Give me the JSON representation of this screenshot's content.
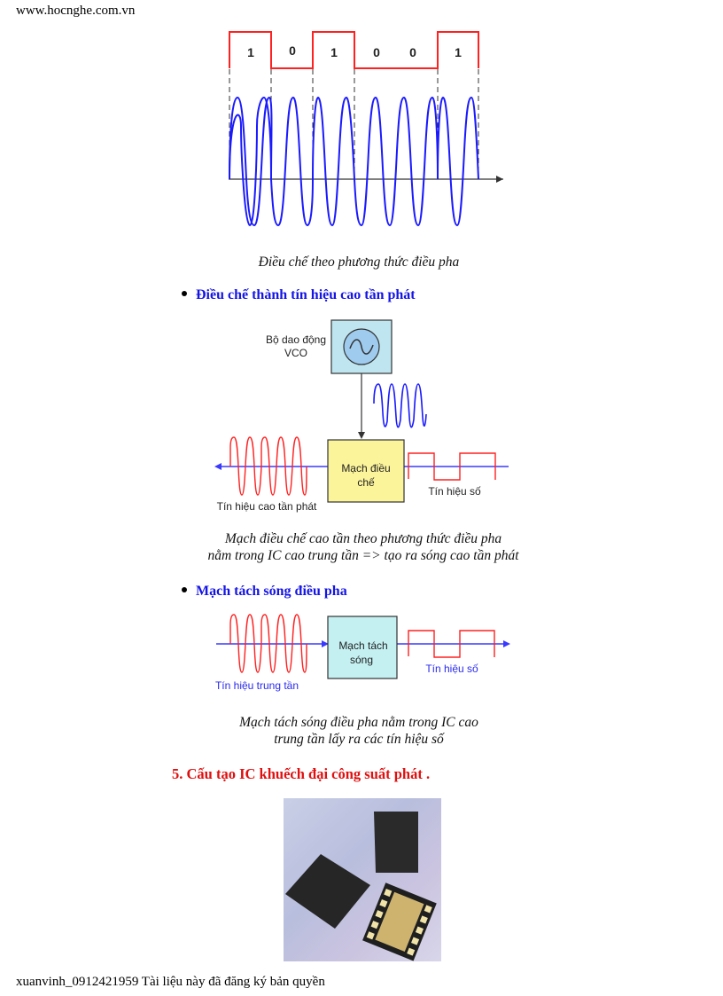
{
  "header": {
    "url": "www.hocnghe.com.vn"
  },
  "figure1": {
    "bits": [
      "1",
      "0",
      "1",
      "0",
      "0",
      "1"
    ],
    "caption": "Điều chế theo phương thức điều pha",
    "colors": {
      "digital": "#ff2020",
      "carrier": "#1a1aff",
      "axis": "#333333"
    }
  },
  "bullet1": {
    "label": "Điều chế thành tín hiệu cao tần phát"
  },
  "figure2": {
    "vco_label_line1": "Bộ dao động",
    "vco_label_line2": "VCO",
    "modulator_line1": "Mạch điều",
    "modulator_line2": "chế",
    "rf_label": "Tín hiệu cao tần phát",
    "digital_label": "Tín hiệu số",
    "caption_line1": "Mạch điều chế cao tần theo phương thức điều pha",
    "caption_line2": "nằm trong IC cao trung tần => tạo ra sóng cao tần phát",
    "colors": {
      "vco_box": "#bfe6f0",
      "modulator_box": "#fcf49a"
    }
  },
  "bullet2": {
    "label": "Mạch tách sóng điều pha"
  },
  "figure3": {
    "detector_line1": "Mạch tách",
    "detector_line2": "sóng",
    "if_label": "Tín hiệu trung tần",
    "digital_label": "Tín hiệu số",
    "caption_line1": "Mạch tách sóng điều pha nằm trong IC cao",
    "caption_line2": "trung tần lấy ra các tín hiệu số",
    "colors": {
      "detector_box": "#c4f0f2"
    }
  },
  "section5": {
    "heading": "5. Cấu tạo IC khuếch đại công suất phát ."
  },
  "photo": {
    "alt": "Power amplifier IC chips"
  },
  "footer": {
    "text": "xuanvinh_0912421959 Tài liệu này đã đăng ký bản quyền"
  }
}
